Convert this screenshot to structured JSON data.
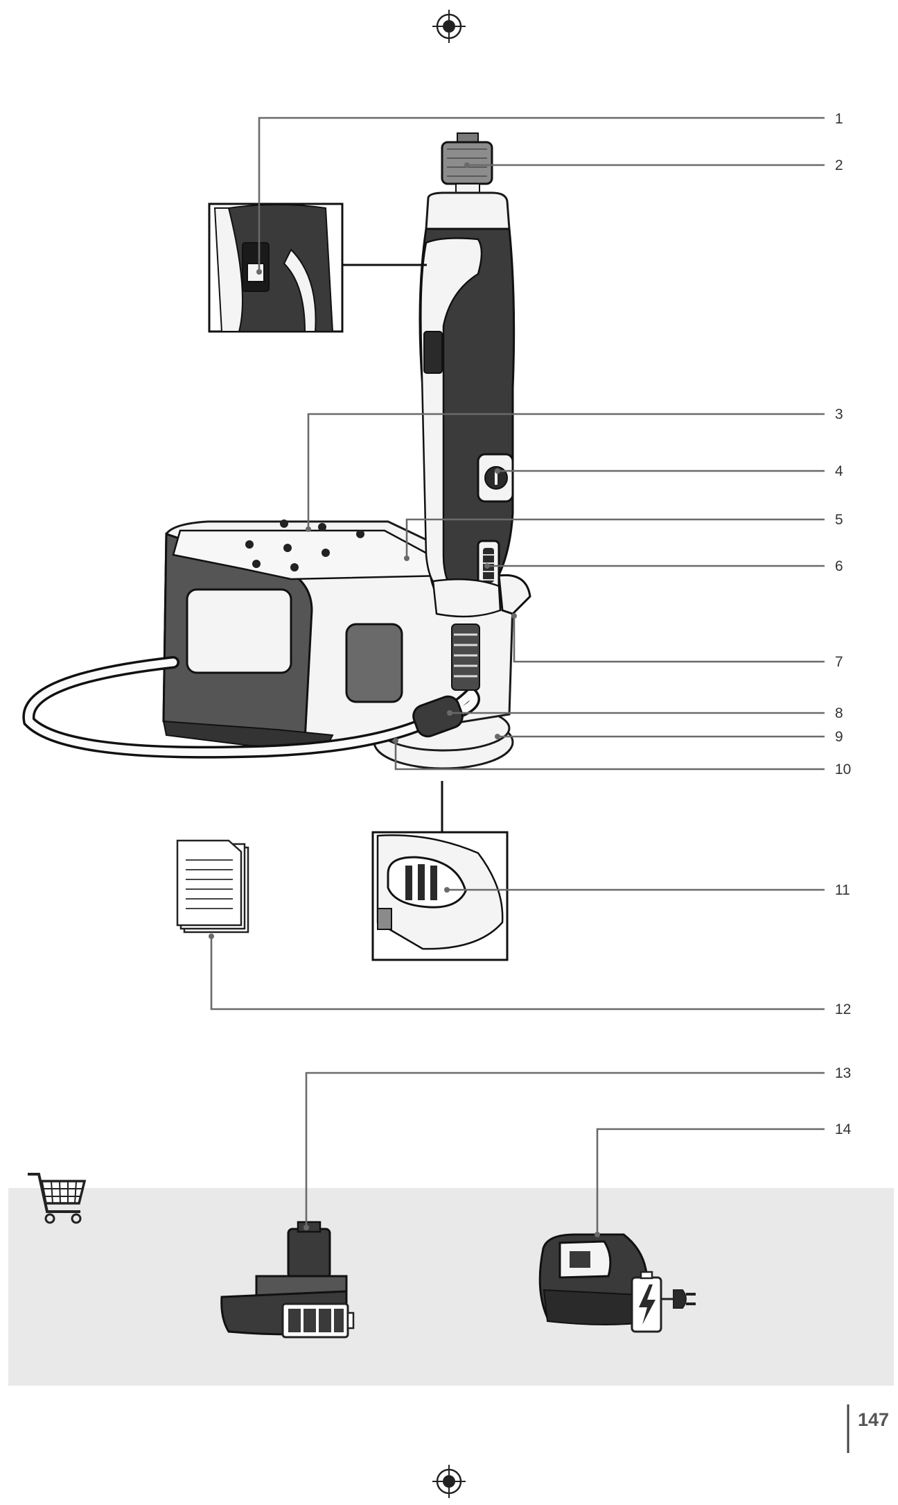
{
  "page_number": "147",
  "callouts": [
    {
      "n": "1"
    },
    {
      "n": "2"
    },
    {
      "n": "3"
    },
    {
      "n": "4"
    },
    {
      "n": "5"
    },
    {
      "n": "6"
    },
    {
      "n": "7"
    },
    {
      "n": "8"
    },
    {
      "n": "9"
    },
    {
      "n": "10"
    },
    {
      "n": "11"
    },
    {
      "n": "12"
    },
    {
      "n": "13"
    },
    {
      "n": "14"
    }
  ],
  "icons": {
    "registration_mark": "registration-mark-icon",
    "cart": "shopping-cart-icon",
    "document": "document-icon",
    "battery": "battery-pack-icon",
    "charger": "charger-icon",
    "plug": "power-plug-icon"
  },
  "colors": {
    "accessory_band": "#e9e9e9",
    "line": "#6a6a6a",
    "tool_dark": "#3b3b3b"
  }
}
